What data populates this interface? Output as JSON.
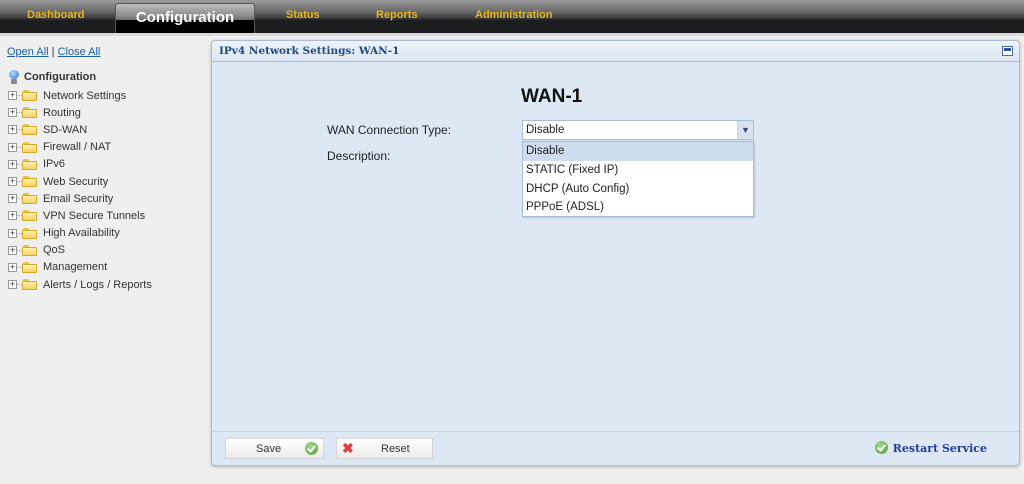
{
  "topnav": {
    "tabs": [
      {
        "label": "Dashboard",
        "active": false
      },
      {
        "label": "Configuration",
        "active": true
      },
      {
        "label": "Status",
        "active": false
      },
      {
        "label": "Reports",
        "active": false
      },
      {
        "label": "Administration",
        "active": false
      }
    ]
  },
  "sidebar": {
    "open_all": "Open All",
    "separator": "|",
    "close_all": "Close All",
    "root": "Configuration",
    "items": [
      {
        "label": "Network Settings"
      },
      {
        "label": "Routing"
      },
      {
        "label": "SD-WAN"
      },
      {
        "label": "Firewall / NAT"
      },
      {
        "label": "IPv6"
      },
      {
        "label": "Web Security"
      },
      {
        "label": "Email Security"
      },
      {
        "label": "VPN Secure Tunnels"
      },
      {
        "label": "High Availability"
      },
      {
        "label": "QoS"
      },
      {
        "label": "Management"
      },
      {
        "label": "Alerts / Logs / Reports"
      }
    ]
  },
  "panel": {
    "title": "IPv4 Network Settings: WAN-1",
    "heading": "WAN-1",
    "fields": {
      "connection_type_label": "WAN Connection Type:",
      "description_label": "Description:"
    },
    "select": {
      "value": "Disable",
      "options": [
        "Disable",
        "STATIC (Fixed IP)",
        "DHCP (Auto Config)",
        "PPPoE (ADSL)"
      ],
      "highlighted": "Disable"
    },
    "footer": {
      "save": "Save",
      "reset": "Reset",
      "restart": "Restart Service"
    }
  },
  "colors": {
    "nav_tab_text": "#e8b421",
    "panel_bg": "#dde8f4",
    "panel_title": "#1d4a84",
    "restart_link": "#1f3d9a"
  }
}
